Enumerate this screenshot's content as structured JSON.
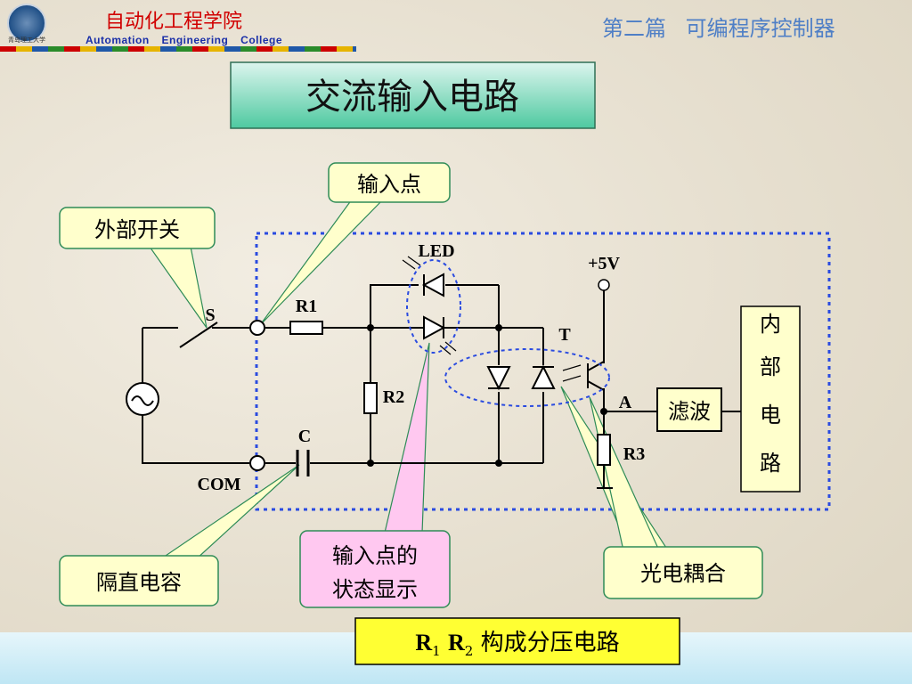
{
  "header": {
    "school_cn": "自动化工程学院",
    "school_en": "Automation Engineering College",
    "chapter": "第二篇 可编程序控制器",
    "logo_text": "青岛理工大学"
  },
  "slide_title": "交流输入电路",
  "callouts": {
    "input_point": "输入点",
    "external_switch": "外部开关",
    "dc_block_cap": "隔直电容",
    "status_line1": "输入点的",
    "status_line2": "状态显示",
    "optocoupler": "光电耦合"
  },
  "labels": {
    "led": "LED",
    "vcc": "+5V",
    "s": "S",
    "r1": "R1",
    "r2": "R2",
    "r3": "R3",
    "c": "C",
    "com": "COM",
    "t": "T",
    "a": "A",
    "filter": "滤波",
    "internal": [
      "内",
      "部",
      "电",
      "路"
    ]
  },
  "caption": {
    "r": "R",
    "sub1": "1",
    "sub2": "2",
    "text": "构成分压电路"
  },
  "colors": {
    "title_red": "#d10000",
    "en_blue": "#1a2fa8",
    "chapter_blue": "#4f7fc6",
    "callout_fill": "#ffffcc",
    "callout_border": "#2e8b57",
    "dotted_box": "#2a4be0",
    "pink_pointer": "#ffc8f0"
  }
}
